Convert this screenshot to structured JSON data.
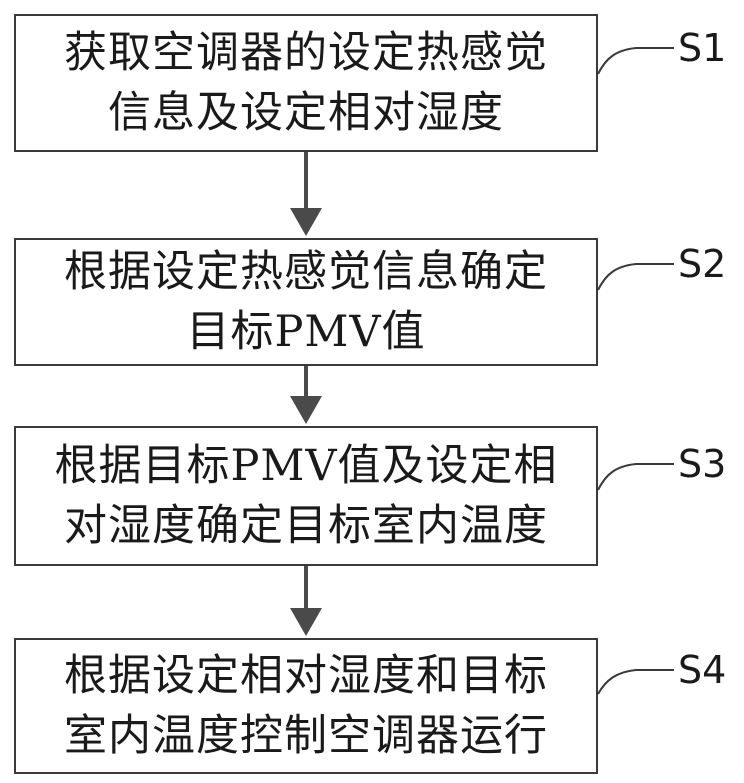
{
  "flowchart": {
    "steps": [
      {
        "label": "S1",
        "lines": [
          "获取空调器的设定热感觉",
          "信息及设定相对湿度"
        ]
      },
      {
        "label": "S2",
        "lines": [
          "根据设定热感觉信息确定",
          "目标PMV值"
        ]
      },
      {
        "label": "S3",
        "lines": [
          "根据目标PMV值及设定相",
          "对湿度确定目标室内温度"
        ]
      },
      {
        "label": "S4",
        "lines": [
          "根据设定相对湿度和目标",
          "室内温度控制空调器运行"
        ]
      }
    ]
  },
  "colors": {
    "border": "#3a3a3a",
    "arrow": "#4a4a4a",
    "text": "#1a1a1a"
  }
}
